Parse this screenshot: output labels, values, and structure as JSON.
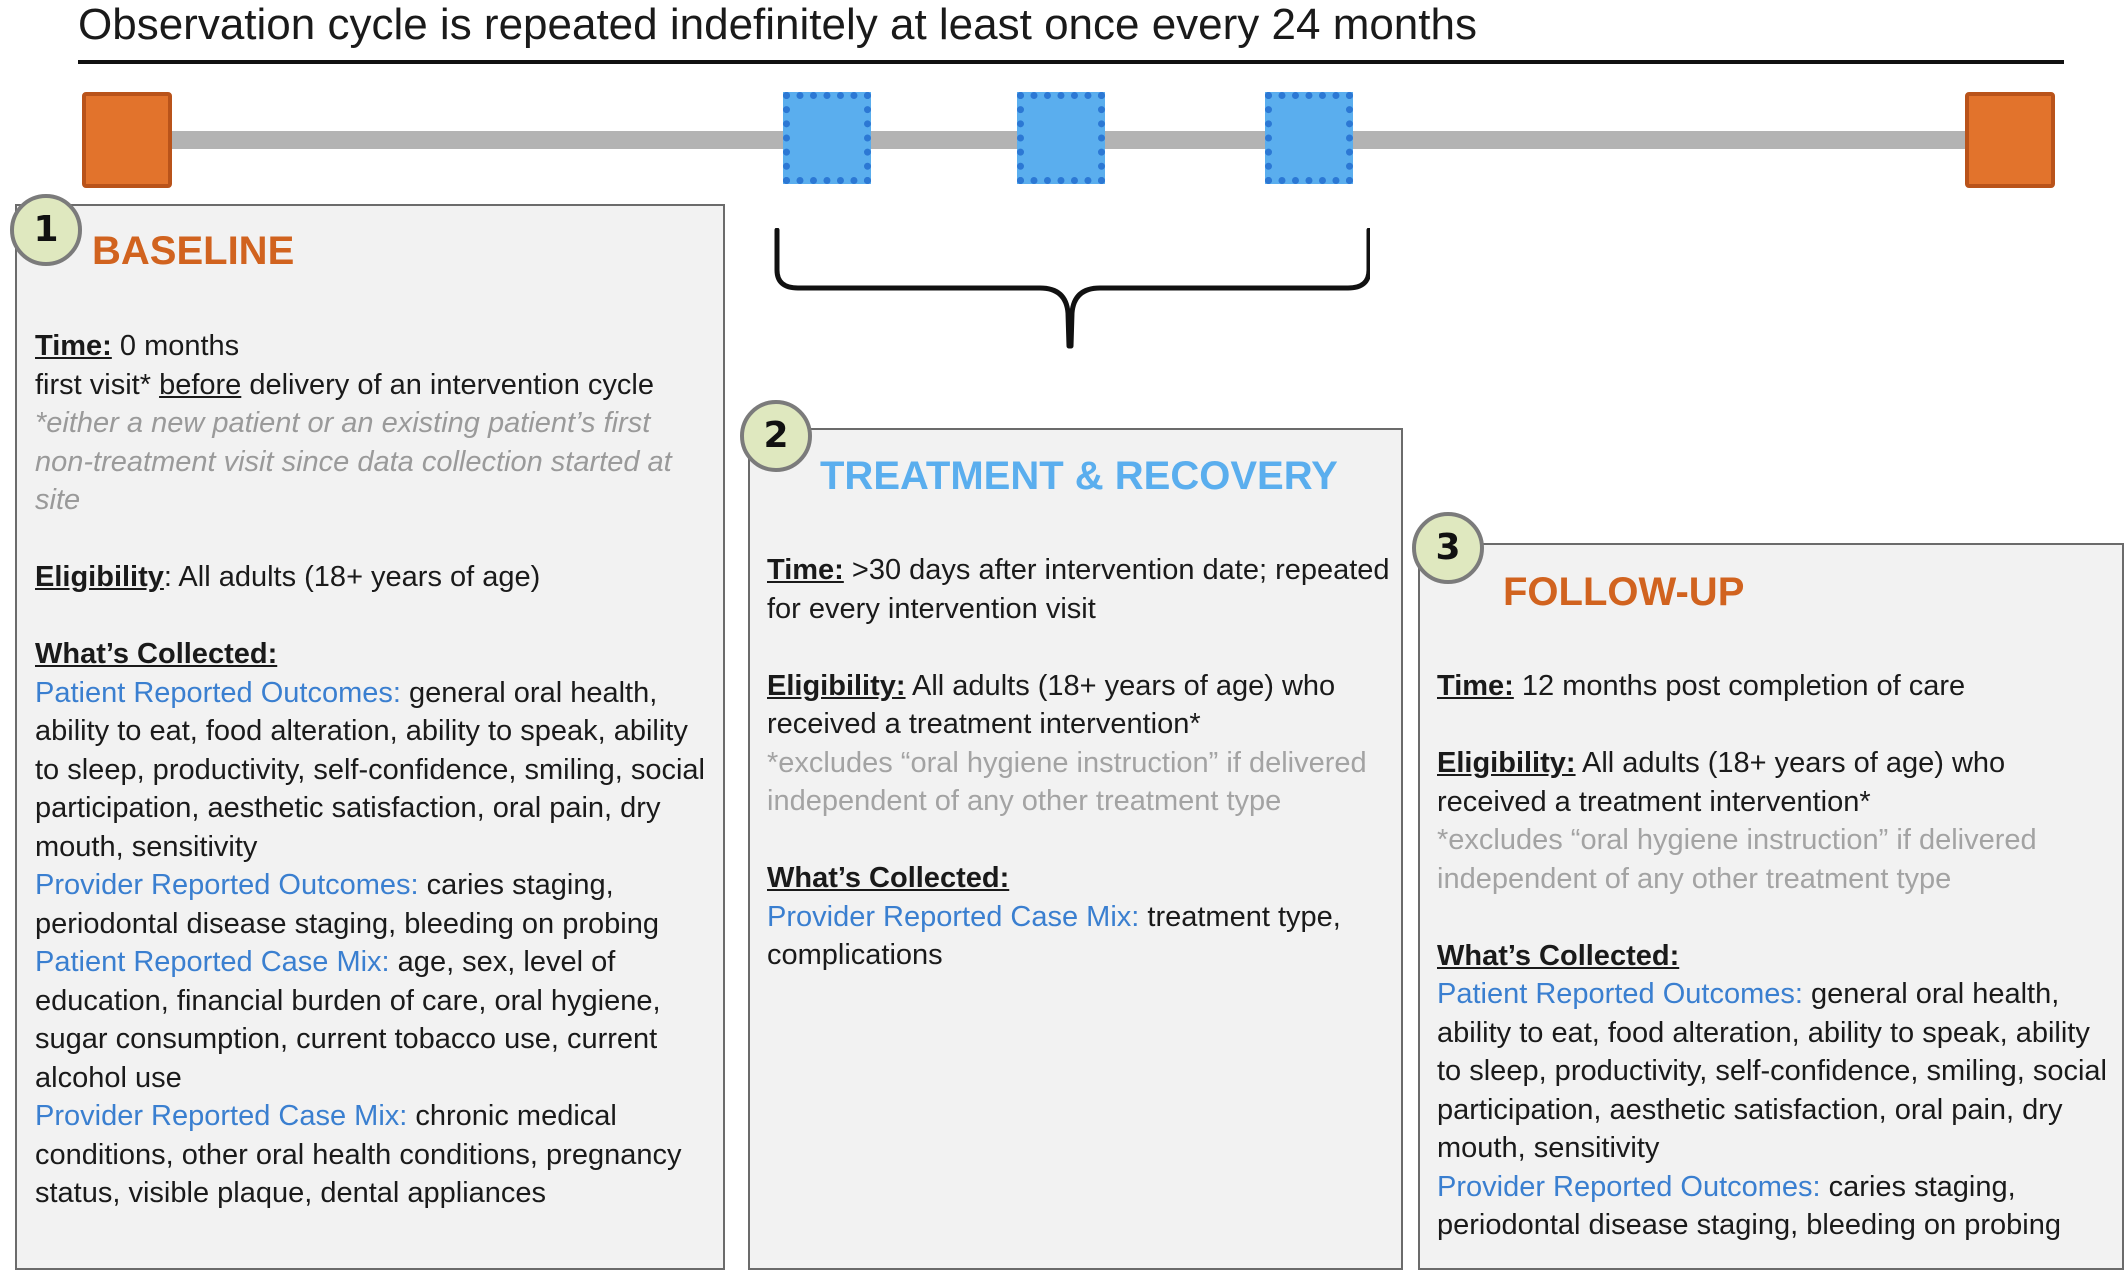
{
  "title": "Observation cycle is repeated indefinitely at least once every 24 months",
  "colors": {
    "orange": "#d1631f",
    "blue": "#5aaeee",
    "bar": "#b3b3b3"
  },
  "milestones": [
    "baseline-milestone",
    "intervention-visit-1",
    "intervention-visit-2",
    "intervention-visit-3",
    "follow-up-milestone"
  ],
  "baseline": {
    "number": "1",
    "heading": "BASELINE",
    "time_label": "Time:",
    "time_value": " 0 months",
    "first_visit_pre": "first visit* ",
    "first_visit_before": "before",
    "first_visit_post": " delivery of an intervention cycle",
    "first_visit_note": "*either a new patient or an existing patient’s  first non-treatment visit since data collection started at site",
    "eligibility_label": "Eligibility",
    "eligibility_value": ": All adults (18+ years of age)",
    "collected_label": "What’s Collected:",
    "pro_label": "Patient Reported Outcomes:",
    "pro_value": " general oral health, ability to eat, food alteration, ability to speak, ability to sleep, productivity, self-confidence, smiling, social participation, aesthetic satisfaction, oral pain, dry mouth, sensitivity",
    "provider_outcomes_label": "Provider Reported Outcomes:",
    "provider_outcomes_value": " caries staging, periodontal disease staging, bleeding on probing",
    "patient_casemix_label": "Patient Reported Case Mix:",
    "patient_casemix_value": " age, sex, level of education, financial burden of care, oral hygiene, sugar consumption, current tobacco use, current alcohol use",
    "provider_casemix_label": "Provider Reported Case Mix:",
    "provider_casemix_value": " chronic medical conditions, other oral health conditions, pregnancy status, visible plaque, dental appliances"
  },
  "treatment": {
    "number": "2",
    "heading": "TREATMENT & RECOVERY",
    "time_label": "Time:",
    "time_value": " >30 days after intervention date; repeated for every intervention visit",
    "eligibility_label": "Eligibility:",
    "eligibility_value": " All adults (18+ years of age) who received a treatment intervention*",
    "eligibility_note": "*excludes “oral hygiene instruction”  if delivered independent of any other treatment type",
    "collected_label": "What’s Collected:",
    "provider_casemix_label": "Provider Reported Case Mix:",
    "provider_casemix_value": " treatment type, complications"
  },
  "followup": {
    "number": "3",
    "heading": "FOLLOW-UP",
    "time_label": "Time:",
    "time_value": "  12 months post completion of care",
    "eligibility_label": "Eligibility:",
    "eligibility_value": " All adults (18+ years of age) who received a treatment intervention*",
    "eligibility_note": "*excludes “oral hygiene instruction”  if delivered independent of any other treatment type",
    "collected_label": "What’s Collected:",
    "pro_label": "Patient Reported Outcomes:",
    "pro_value": " general oral health, ability to eat, food alteration, ability to speak, ability to sleep, productivity, self-confidence, smiling, social participation, aesthetic satisfaction, oral pain, dry mouth, sensitivity",
    "provider_outcomes_label": "Provider Reported Outcomes:",
    "provider_outcomes_value": " caries staging, periodontal disease staging, bleeding on probing"
  }
}
